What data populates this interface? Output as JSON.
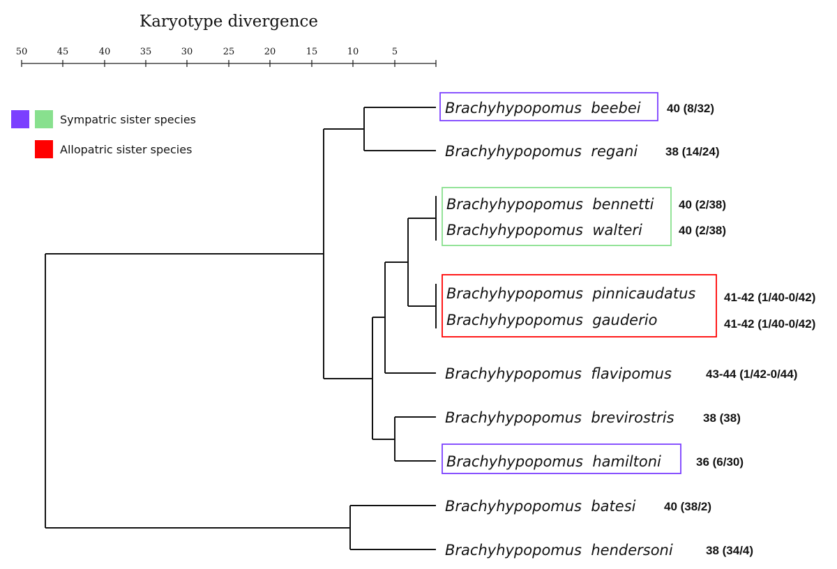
{
  "axis": {
    "title": "Karyotype divergence",
    "ticks": [
      "50",
      "45",
      "40",
      "35",
      "30",
      "25",
      "20",
      "15",
      "10",
      "5"
    ]
  },
  "legend": {
    "items": [
      {
        "swatches": [
          "#7b3fff",
          "#88e08e"
        ],
        "label": "Sympatric sister species"
      },
      {
        "swatches": [
          "#ff0000"
        ],
        "label": "Allopatric sister species"
      }
    ]
  },
  "taxa": [
    {
      "name": "Brachyhypopomus  beebei",
      "karyotype": "40 (8/32)"
    },
    {
      "name": "Brachyhypopomus  regani",
      "karyotype": "38 (14/24)"
    },
    {
      "name": "Brachyhypopomus  bennetti",
      "karyotype": "40 (2/38)"
    },
    {
      "name": "Brachyhypopomus  walteri",
      "karyotype": "40 (2/38)"
    },
    {
      "name": "Brachyhypopomus  pinnicaudatus",
      "karyotype": "41-42 (1/40-0/42)"
    },
    {
      "name": "Brachyhypopomus  gauderio",
      "karyotype": "41-42 (1/40-0/42)"
    },
    {
      "name": "Brachyhypopomus  flavipomus",
      "karyotype": "43-44 (1/42-0/44)"
    },
    {
      "name": "Brachyhypopomus  brevirostris",
      "karyotype": "38 (38)"
    },
    {
      "name": "Brachyhypopomus  hamiltoni",
      "karyotype": "36 (6/30)"
    },
    {
      "name": "Brachyhypopomus  batesi",
      "karyotype": "40 (38/2)"
    },
    {
      "name": "Brachyhypopomus  hendersoni",
      "karyotype": "38 (34/4)"
    }
  ],
  "highlight_boxes": [
    {
      "members": [
        "Brachyhypopomus  beebei"
      ],
      "color": "#7b3fff"
    },
    {
      "members": [
        "Brachyhypopomus  bennetti",
        "Brachyhypopomus  walteri"
      ],
      "color": "#88e08e"
    },
    {
      "members": [
        "Brachyhypopomus  pinnicaudatus",
        "Brachyhypopomus  gauderio"
      ],
      "color": "#ff0000"
    },
    {
      "members": [
        "Brachyhypopomus  hamiltoni"
      ],
      "color": "#7b3fff"
    }
  ]
}
